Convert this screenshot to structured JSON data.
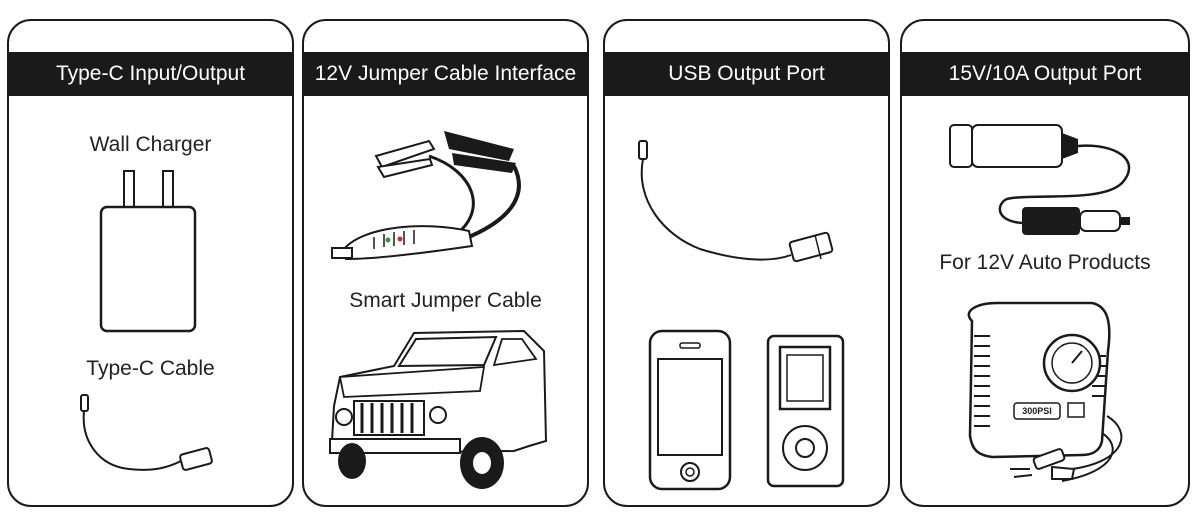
{
  "panels": [
    {
      "title": "Type-C Input/Output",
      "captions": [
        "Wall Charger",
        "Type-C Cable"
      ],
      "icons": [
        "wall-charger-icon",
        "type-c-cable-icon"
      ]
    },
    {
      "title": "12V Jumper Cable Interface",
      "captions": [
        "Smart Jumper Cable"
      ],
      "icons": [
        "jumper-cable-clamps-icon",
        "suv-car-icon"
      ]
    },
    {
      "title": "USB Output Port",
      "captions": [],
      "icons": [
        "usb-cable-icon",
        "smartphone-icon",
        "mp3-player-icon"
      ]
    },
    {
      "title": "15V/10A Output Port",
      "captions": [
        "For 12V Auto Products"
      ],
      "icons": [
        "cigarette-socket-cable-icon",
        "air-compressor-icon"
      ]
    }
  ],
  "compressor_label": "300PSI"
}
